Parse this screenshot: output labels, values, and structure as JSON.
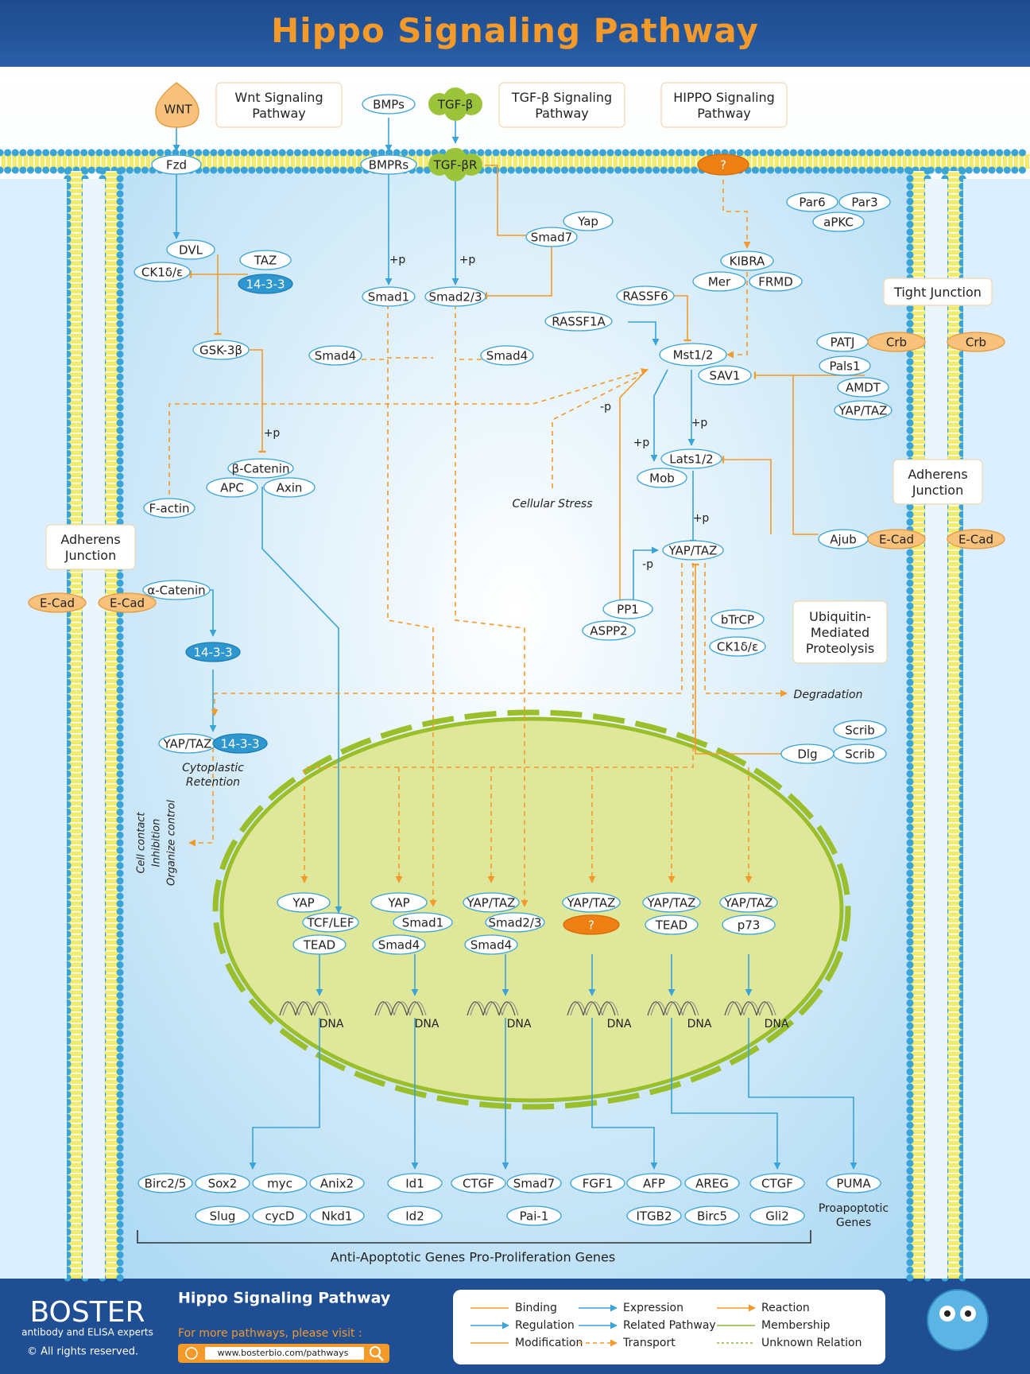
{
  "title": "Hippo Signaling Pathway",
  "pathway_boxes": {
    "wnt": "Wnt Signaling Pathway",
    "tgf": "TGF-β Signaling Pathway",
    "hippo": "HIPPO Signaling Pathway",
    "tight_junction": "Tight Junction",
    "adherens_right": "Adherens Junction",
    "adherens_left": "Adherens Junction",
    "ubiquitin": "Ubiquitin-Mediated Proteolysis"
  },
  "nodes": {
    "wnt": "WNT",
    "fzd": "Fzd",
    "bmps": "BMPs",
    "tgfb": "TGF-β",
    "bmprs": "BMPRs",
    "tgfbr": "TGF-βR",
    "unknown_top": "?",
    "par6": "Par6",
    "par3": "Par3",
    "apkc": "aPKC",
    "dvl": "DVL",
    "ck1_left": "CK1δ/ε",
    "taz": "TAZ",
    "fourteen_a": "14-3-3",
    "yap_top": "Yap",
    "smad7_top": "Smad7",
    "kibra": "KIBRA",
    "mer": "Mer",
    "frmd": "FRMD",
    "smad1": "Smad1",
    "smad23": "Smad2/3",
    "rassf6": "RASSF6",
    "rassf1a": "RASSF1A",
    "gsk3b": "GSK-3β",
    "smad4_a": "Smad4",
    "smad4_b": "Smad4",
    "mst12": "Mst1/2",
    "sav1": "SAV1",
    "patj": "PATJ",
    "crb1": "Crb",
    "crb2": "Crb",
    "pals1": "Pals1",
    "amdt": "AMDT",
    "yaptaz_r": "YAP/TAZ",
    "bcatenin": "β-Catenin",
    "apc": "APC",
    "axin": "Axin",
    "lats12": "Lats1/2",
    "mob": "Mob",
    "factin": "F-actin",
    "ajub": "Ajub",
    "ecad_r1": "E-Cad",
    "ecad_r2": "E-Cad",
    "yaptaz_c": "YAP/TAZ",
    "ecad_l1": "E-Cad",
    "ecad_l2": "E-Cad",
    "acatenin": "α-Catenin",
    "fourteen_b": "14-3-3",
    "pp1": "PP1",
    "aspp2": "ASPP2",
    "btrcp": "bTrCP",
    "ck1_right": "CK1δ/ε",
    "yaptaz_ret": "YAP/TAZ",
    "fourteen_c": "14-3-3",
    "scrib1": "Scrib",
    "dlg": "Dlg",
    "scrib2": "Scrib"
  },
  "labels": {
    "cellular_stress": "Cellular Stress",
    "degradation": "Degradation",
    "cytoplastic": "Cytoplastic",
    "retention": "Retention",
    "cell_contact": "Cell contact",
    "inhibition": "Inhibition",
    "organize": "Organize control",
    "dna": "DNA",
    "plus_p": "+p",
    "minus_p": "-p"
  },
  "nuclear_complexes": [
    {
      "a": "YAP",
      "b": "TCF/LEF",
      "c": "TEAD"
    },
    {
      "a": "YAP",
      "b": "Smad1",
      "c": "Smad4"
    },
    {
      "a": "YAP/TAZ",
      "b": "Smad2/3",
      "c": "Smad4"
    },
    {
      "a": "YAP/TAZ",
      "b": "?"
    },
    {
      "a": "YAP/TAZ",
      "b": "TEAD"
    },
    {
      "a": "YAP/TAZ",
      "b": "p73"
    }
  ],
  "genes_row1": [
    "Birc2/5",
    "Sox2",
    "myc",
    "Anix2",
    "Id1",
    "CTGF",
    "Smad7",
    "FGF1",
    "AFP",
    "AREG",
    "CTGF",
    "PUMA"
  ],
  "genes_row2": [
    "Slug",
    "cycD",
    "Nkd1",
    "Id2",
    "Pai-1",
    "ITGB2",
    "Birc5",
    "Gli2"
  ],
  "proapoptotic": "Proapoptotic Genes",
  "bracket_label": "Anti-Apoptotic Genes Pro-Proliferation Genes",
  "footer": {
    "brand": "BOSTER",
    "tagline": "antibody and ELISA experts",
    "copyright": "© All rights reserved.",
    "title": "Hippo Signaling Pathway",
    "visit": "For more pathways, please visit :",
    "url": "www.bosterbio.com/pathways"
  },
  "legend": [
    {
      "label": "Binding",
      "kind": "binding"
    },
    {
      "label": "Expression",
      "kind": "expression"
    },
    {
      "label": "Reaction",
      "kind": "reaction"
    },
    {
      "label": "Regulation",
      "kind": "regulation"
    },
    {
      "label": "Related Pathway",
      "kind": "related"
    },
    {
      "label": "Membership",
      "kind": "membership"
    },
    {
      "label": "Modification",
      "kind": "modification"
    },
    {
      "label": "Transport",
      "kind": "transport"
    },
    {
      "label": "Unknown Relation",
      "kind": "unknown"
    }
  ],
  "colors": {
    "blue": "#3aa3d8",
    "orange": "#f39a2b",
    "dark_blue": "#1f4e93",
    "nucleus": "#dfe89a",
    "nucleus_edge": "#9bbe2b",
    "green_node": "#9cc43a"
  }
}
